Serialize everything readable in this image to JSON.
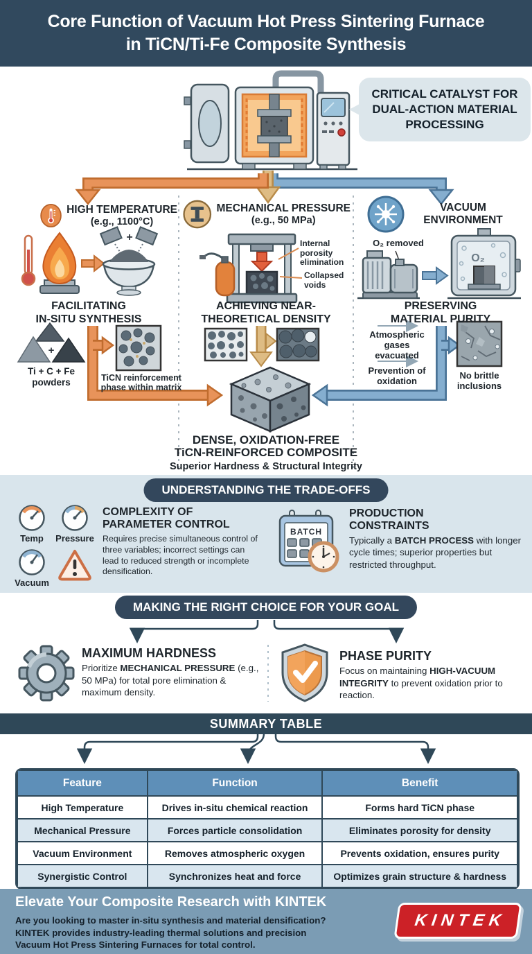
{
  "plus": "+",
  "colors": {
    "navy": "#31495e",
    "accent_orange": "#e8935a",
    "accent_tan": "#debc84",
    "accent_blue": "#85aecf",
    "light_band": "#d9e5ec",
    "table_header": "#5e8fb8",
    "footer_bg": "#7b9cb4",
    "logo_red": "#cc2127"
  },
  "header": {
    "line1": "Core Function of Vacuum Hot Press Sintering Furnace",
    "line2": "in TiCN/Ti-Fe Composite Synthesis"
  },
  "hero": {
    "callout": "CRITICAL CATALYST FOR DUAL-ACTION MATERIAL PROCESSING"
  },
  "columns": [
    {
      "title": "HIGH TEMPERATURE",
      "subtitle": "(e.g., 1100°C)",
      "outcome1": "FACILITATING",
      "outcome2": "IN-SITU SYNTHESIS",
      "powders1": "Ti + C + Fe",
      "powders2": "powders",
      "result1": "TiCN reinforcement",
      "result2": "phase within matrix"
    },
    {
      "title": "MECHANICAL PRESSURE",
      "subtitle": "(e.g., 50 MPa)",
      "outcome1": "ACHIEVING NEAR-",
      "outcome2": "THEORETICAL DENSITY",
      "note1a": "Internal",
      "note1b": "porosity",
      "note1c": "elimination",
      "note2a": "Collapsed",
      "note2b": "voids"
    },
    {
      "title": "VACUUM",
      "subtitle": "ENVIRONMENT",
      "o2_removed": "O₂ removed",
      "chamber_o2": "O₂",
      "outcome1": "PRESERVING",
      "outcome2": "MATERIAL PURITY",
      "gases1": "Atmospheric",
      "gases2": "gases",
      "gases3": "evacuated",
      "oxidation1": "Prevention of",
      "oxidation2": "oxidation",
      "inclusions1": "No brittle",
      "inclusions2": "inclusions"
    }
  ],
  "result": {
    "line1": "DENSE, OXIDATION-FREE",
    "line2": "TiCN-REINFORCED COMPOSITE",
    "line3": "Superior Hardness & Structural Integrity"
  },
  "tradeoffs": {
    "banner": "UNDERSTANDING THE TRADE-OFFS",
    "gauge_temp": "Temp",
    "gauge_pressure": "Pressure",
    "gauge_vacuum": "Vacuum",
    "left_title1": "COMPLEXITY OF",
    "left_title2": "PARAMETER CONTROL",
    "left_body": "Requires precise simultaneous control of three variables; incorrect settings can lead to reduced strength or incomplete densification.",
    "calendar_label": "BATCH",
    "right_title1": "PRODUCTION",
    "right_title2": "CONSTRAINTS",
    "right_body_pre": "Typically a ",
    "right_body_bold": "BATCH PROCESS",
    "right_body_post": " with longer cycle times; superior properties but restricted throughput."
  },
  "choice": {
    "banner": "MAKING THE RIGHT CHOICE FOR YOUR GOAL",
    "left_title": "MAXIMUM HARDNESS",
    "left_pre": "Prioritize ",
    "left_bold": "MECHANICAL PRESSURE",
    "left_post": " (e.g., 50 MPa) for total pore elimination & maximum density.",
    "right_title": "PHASE PURITY",
    "right_pre": "Focus on maintaining ",
    "right_bold": "HIGH-VACUUM INTEGRITY",
    "right_post": " to prevent oxidation prior to reaction."
  },
  "summary": {
    "banner": "SUMMARY TABLE",
    "headers": [
      "Feature",
      "Function",
      "Benefit"
    ],
    "rows": [
      [
        "High Temperature",
        "Drives in-situ chemical reaction",
        "Forms hard TiCN phase"
      ],
      [
        "Mechanical Pressure",
        "Forces particle consolidation",
        "Eliminates porosity for density"
      ],
      [
        "Vacuum Environment",
        "Removes atmospheric oxygen",
        "Prevents oxidation, ensures purity"
      ],
      [
        "Synergistic Control",
        "Synchronizes heat and force",
        "Optimizes grain structure & hardness"
      ]
    ]
  },
  "footer": {
    "title": "Elevate Your Composite Research with KINTEK",
    "line1": "Are you looking to master in-situ synthesis and material densification?",
    "line2": "KINTEK provides industry-leading thermal solutions and precision",
    "line3": "Vacuum Hot Press Sintering Furnaces for total control.",
    "logo": "KINTEK"
  }
}
